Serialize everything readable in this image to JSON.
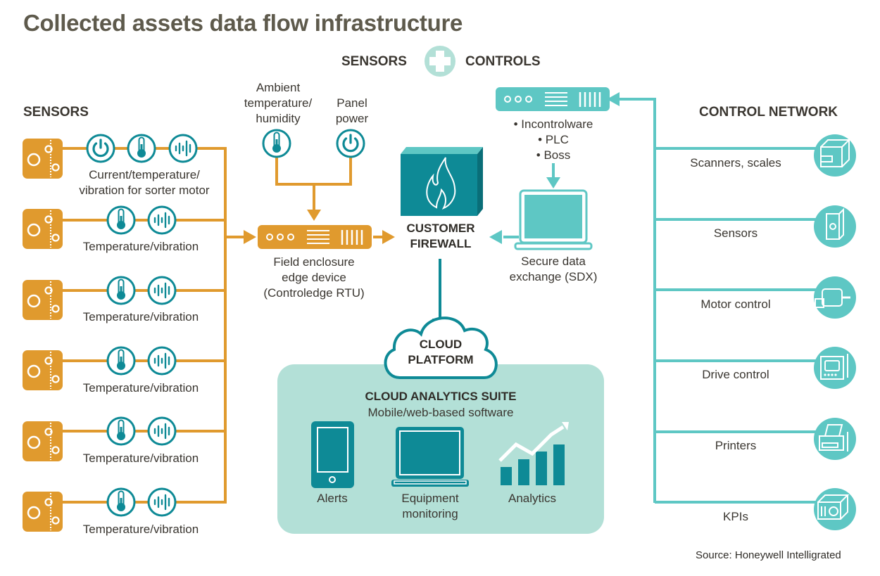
{
  "title": "Collected assets data flow infrastructure",
  "legend": {
    "left": "SENSORS",
    "right": "CONTROLS",
    "icon": "plus-icon"
  },
  "colors": {
    "orange": "#e09a2e",
    "teal_dark": "#0e8a96",
    "teal_light": "#5ec7c4",
    "panel": "#b3e0d7",
    "text": "#3a3630"
  },
  "sensors": {
    "heading": "SENSORS",
    "rows": [
      {
        "label_line1": "Current/temperature/",
        "label_line2": "vibration for sorter motor",
        "icons": [
          "power-icon",
          "thermometer-icon",
          "vibration-icon"
        ]
      },
      {
        "label_line1": "Temperature/vibration",
        "icons": [
          "thermometer-icon",
          "vibration-icon"
        ]
      },
      {
        "label_line1": "Temperature/vibration",
        "icons": [
          "thermometer-icon",
          "vibration-icon"
        ]
      },
      {
        "label_line1": "Temperature/vibration",
        "icons": [
          "thermometer-icon",
          "vibration-icon"
        ]
      },
      {
        "label_line1": "Temperature/vibration",
        "icons": [
          "thermometer-icon",
          "vibration-icon"
        ]
      },
      {
        "label_line1": "Temperature/vibration",
        "icons": [
          "thermometer-icon",
          "vibration-icon"
        ]
      }
    ]
  },
  "ambient": {
    "line1": "Ambient",
    "line2": "temperature/",
    "line3": "humidity"
  },
  "panel_power": {
    "line1": "Panel",
    "line2": "power"
  },
  "edge_device": {
    "line1": "Field enclosure",
    "line2": "edge device",
    "line3": "(Controledge RTU)"
  },
  "firewall": {
    "line1": "CUSTOMER",
    "line2": "FIREWALL"
  },
  "controller": {
    "items": [
      "• Incontrolware",
      "• PLC",
      "• Boss"
    ]
  },
  "sdx": {
    "line1": "Secure data",
    "line2": "exchange (SDX)"
  },
  "cloud": {
    "line1": "CLOUD",
    "line2": "PLATFORM"
  },
  "suite": {
    "title": "CLOUD ANALYTICS SUITE",
    "subtitle": "Mobile/web-based software",
    "items": [
      {
        "label_line1": "Alerts",
        "icon": "tablet-icon"
      },
      {
        "label_line1": "Equipment",
        "label_line2": "monitoring",
        "icon": "laptop-icon"
      },
      {
        "label_line1": "Analytics",
        "icon": "bar-chart-icon"
      }
    ]
  },
  "control_network": {
    "heading": "CONTROL NETWORK",
    "items": [
      {
        "label": "Scanners, scales",
        "icon": "scanner-icon"
      },
      {
        "label": "Sensors",
        "icon": "sensor-icon"
      },
      {
        "label": "Motor control",
        "icon": "motor-icon"
      },
      {
        "label": "Drive control",
        "icon": "drive-icon"
      },
      {
        "label": "Printers",
        "icon": "printer-icon"
      },
      {
        "label": "KPIs",
        "icon": "kpi-icon"
      }
    ]
  },
  "source": "Source: Honeywell Intelligrated"
}
